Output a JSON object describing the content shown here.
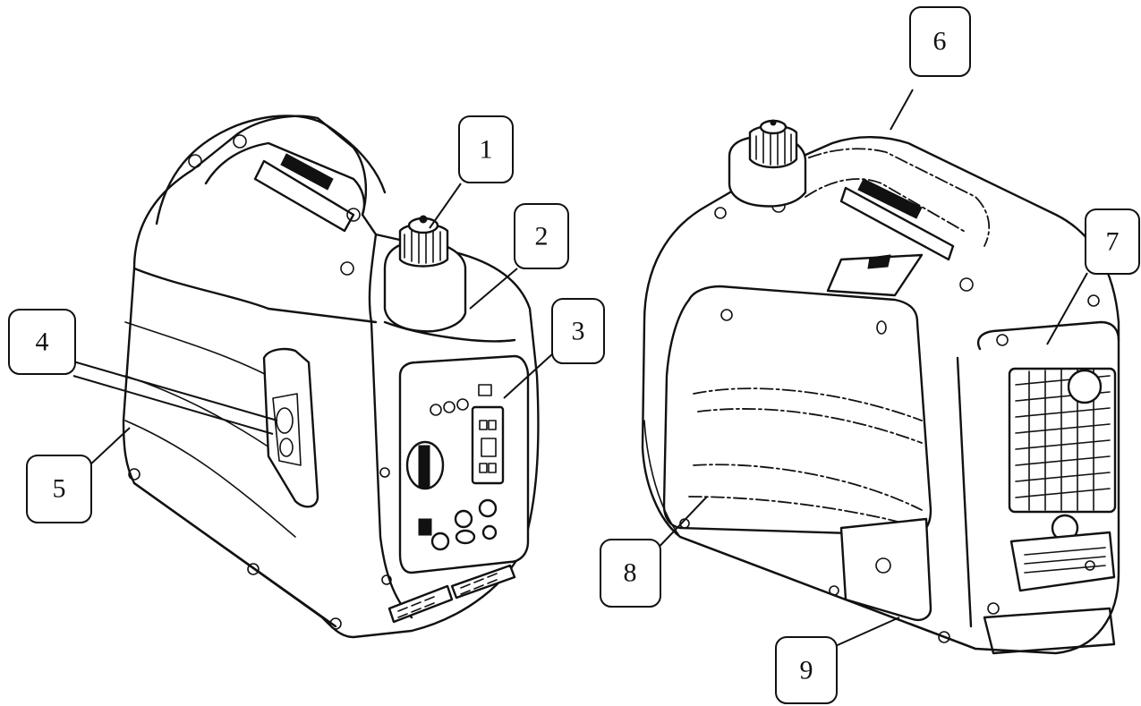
{
  "callouts": [
    {
      "id": "1",
      "label": "1"
    },
    {
      "id": "2",
      "label": "2"
    },
    {
      "id": "3",
      "label": "3"
    },
    {
      "id": "4",
      "label": "4"
    },
    {
      "id": "5",
      "label": "5"
    },
    {
      "id": "6",
      "label": "6"
    },
    {
      "id": "7",
      "label": "7"
    },
    {
      "id": "8",
      "label": "8"
    },
    {
      "id": "9",
      "label": "9"
    }
  ],
  "views": {
    "left": {
      "icon": "generator-front-view-drawing"
    },
    "right": {
      "icon": "generator-rear-view-drawing"
    }
  },
  "colors": {
    "line": "#111111",
    "background": "#ffffff"
  }
}
